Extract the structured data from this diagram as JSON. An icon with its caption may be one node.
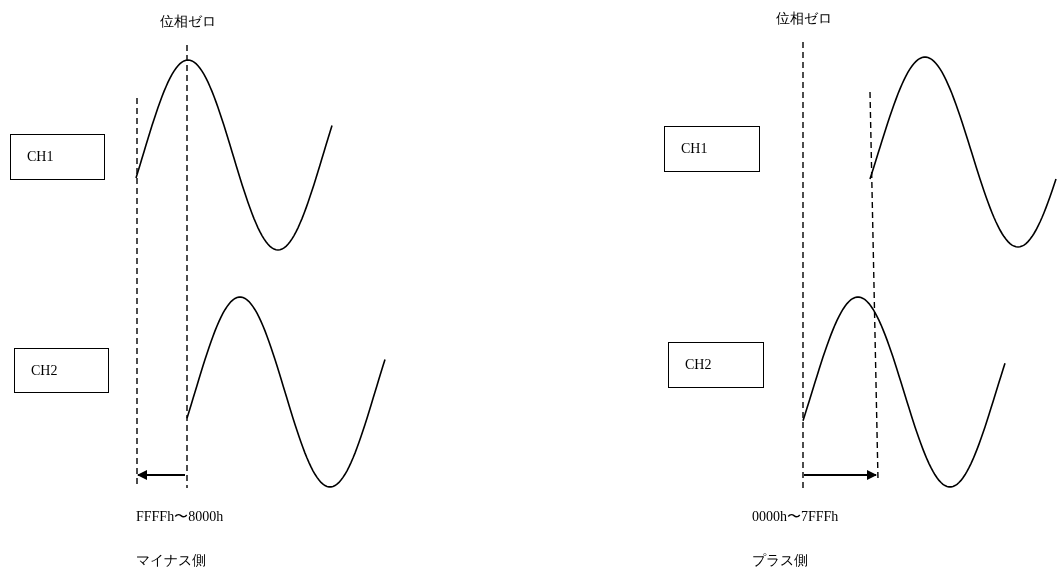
{
  "diagram": {
    "nodes": [
      {
        "text": [
          "CH1"
        ]
      },
      {
        "text": [
          "CH2"
        ]
      },
      {
        "text": [
          "CH1"
        ]
      },
      {
        "text": [
          "CH2"
        ]
      }
    ],
    "labels": [
      "位相ゼロ",
      "位相ゼロ",
      "FFFFh〜8000h",
      "0000h〜7FFFh",
      "マイナス側",
      "プラス側"
    ]
  }
}
